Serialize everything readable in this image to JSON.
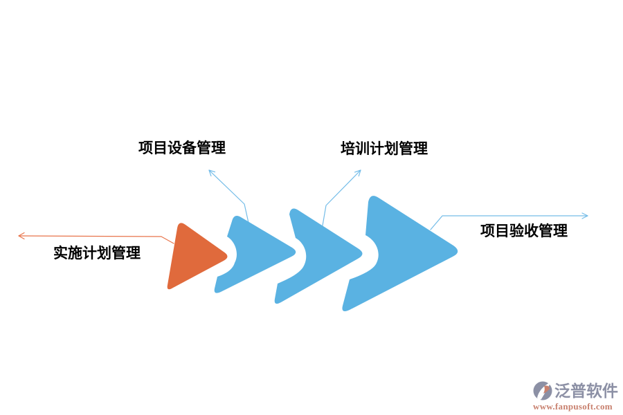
{
  "diagram": {
    "nodes": [
      {
        "id": "implementation-plan",
        "label": "实施计划管理"
      },
      {
        "id": "project-equipment",
        "label": "项目设备管理"
      },
      {
        "id": "training-plan",
        "label": "培训计划管理"
      },
      {
        "id": "project-acceptance",
        "label": "项目验收管理"
      }
    ]
  },
  "colors": {
    "arrow_orange": "#E06A3C",
    "arrow_blue": "#5AB2E2",
    "line_orange": "#E8744B",
    "line_blue": "#73BCE8",
    "label_text": "#000000",
    "brand_gray": "#8C90A5",
    "brand_red": "#C8806E"
  },
  "watermark": {
    "brand": "泛普软件",
    "url": "www.fanpusoft.com"
  }
}
